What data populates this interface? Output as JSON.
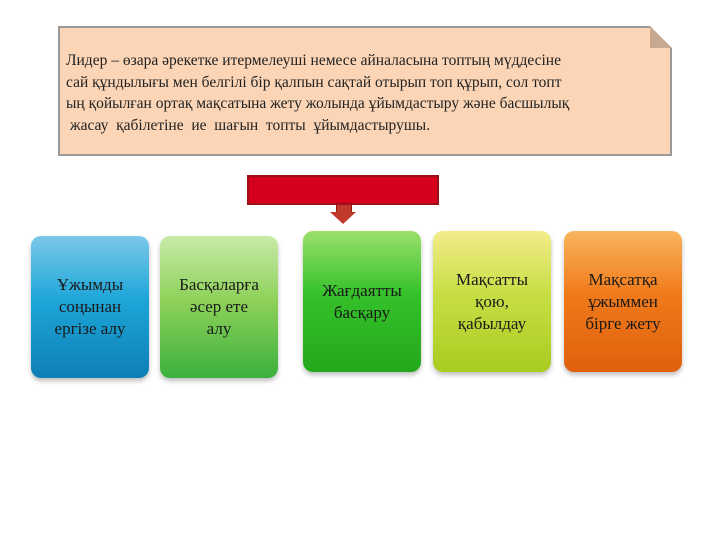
{
  "definition": {
    "lines": [
      "Лидер – өзара әрекетке итермелеуші немесе айналасына топтың мүддесіне",
      "сай құндылығы мен  белгілі бір қалпын сақтай отырып топ құрып, сол топт",
      "ың қойылған ортақ мақсатына жету жолында ұйымдастыру және басшылық",
      " жасау  қабілетіне  ие  шағын  топты  ұйымдастырушы."
    ]
  },
  "cards": [
    {
      "lines": [
        "Ұжымды",
        "соңынан",
        "ергізе алу"
      ]
    },
    {
      "lines": [
        "Басқаларға",
        "әсер ете",
        "алу"
      ]
    },
    {
      "lines": [
        "Жағдаятты",
        "басқару"
      ]
    },
    {
      "lines": [
        "Мақсатты",
        "қою,",
        "қабылдау"
      ]
    },
    {
      "lines": [
        "Мақсатқа",
        "ұжыммен",
        "бірге жету"
      ]
    }
  ],
  "colors": {
    "definition_bg": "#fbd5b6",
    "red_bar": "#d6001c",
    "card_blue": "#1da6d8",
    "card_lightgreen": "#8fd25a",
    "card_green": "#35c12a",
    "card_yellowgreen": "#c8de44",
    "card_orange": "#f07a1a"
  }
}
